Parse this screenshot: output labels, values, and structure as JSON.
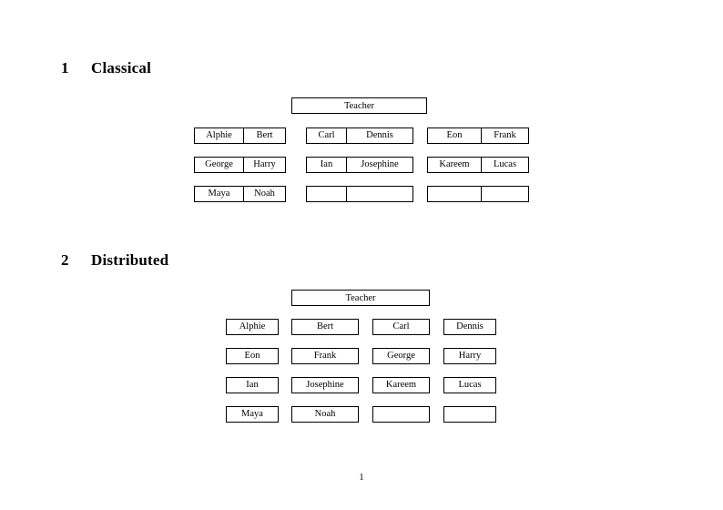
{
  "document": {
    "page_number": "1"
  },
  "sections": [
    {
      "number": "1",
      "title": "Classical",
      "teacher_label": "Teacher",
      "layout": "joined-pairs",
      "groups": [
        {
          "rows": [
            [
              "Alphie",
              "Bert"
            ],
            [
              "George",
              "Harry"
            ],
            [
              "Maya",
              "Noah"
            ]
          ]
        },
        {
          "rows": [
            [
              "Carl",
              "Dennis"
            ],
            [
              "Ian",
              "Josephine"
            ],
            [
              "",
              ""
            ]
          ]
        },
        {
          "rows": [
            [
              "Eon",
              "Frank"
            ],
            [
              "Kareem",
              "Lucas"
            ],
            [
              "",
              ""
            ]
          ]
        }
      ]
    },
    {
      "number": "2",
      "title": "Distributed",
      "teacher_label": "Teacher",
      "layout": "separate-boxes",
      "rows": [
        [
          "Alphie",
          "Bert",
          "Carl",
          "Dennis"
        ],
        [
          "Eon",
          "Frank",
          "George",
          "Harry"
        ],
        [
          "Ian",
          "Josephine",
          "Kareem",
          "Lucas"
        ],
        [
          "Maya",
          "Noah",
          "",
          ""
        ]
      ]
    }
  ],
  "colors": {
    "page_background": "#ffffff",
    "text": "#000000",
    "box_border": "#000000"
  }
}
